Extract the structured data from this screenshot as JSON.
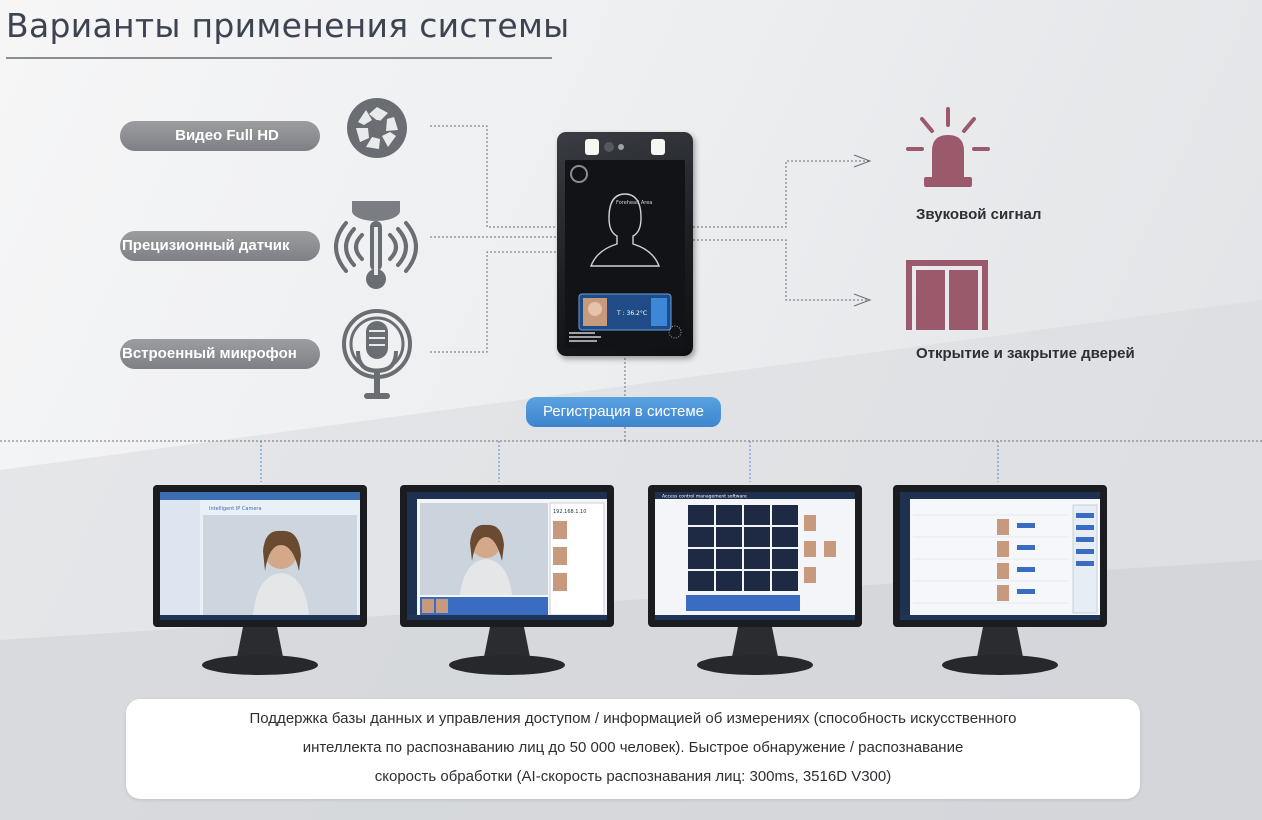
{
  "page": {
    "title": "Варианты применения системы"
  },
  "inputs": [
    {
      "label": "Видео Full HD",
      "icon": "camera-shutter-icon"
    },
    {
      "label": "Прецизионный датчик",
      "icon": "thermometer-sensor-icon"
    },
    {
      "label": "Встроенный микрофон",
      "icon": "microphone-icon"
    }
  ],
  "outputs": [
    {
      "label": "Звуковой сигнал",
      "icon": "alarm-siren-icon"
    },
    {
      "label": "Открытие и закрытие дверей",
      "icon": "double-door-icon"
    }
  ],
  "terminal": {
    "icon": "face-recognition-terminal-icon",
    "screen_text": "Forehead Area",
    "temp_text": "T : 36.2°C"
  },
  "registration": {
    "label": "Регистрация в системе"
  },
  "monitors": [
    {
      "screen": "video-monitoring-software",
      "window_title": "Intelligent IP Camera"
    },
    {
      "screen": "face-capture-software",
      "window_title": "",
      "panel_label": "192.168.1.10"
    },
    {
      "screen": "access-control-management-software",
      "window_title": "Access control management software"
    },
    {
      "screen": "face-database-table-software",
      "window_title": ""
    }
  ],
  "footer": {
    "line1": "Поддержка базы данных и управления доступом / информацией об измерениях (способность искусственного",
    "line2": "интеллекта по распознаванию лиц до 50 000 человек). Быстрое обнаружение / распознавание",
    "line3": "скорость обработки (AI-скорость распознавания лиц: 300ms, 3516D V300)"
  },
  "colors": {
    "accent_blue": "#3d86cf",
    "alarm": "#9a5a6c",
    "door": "#9a5a6c",
    "pill_gray": "#8b8d92"
  }
}
